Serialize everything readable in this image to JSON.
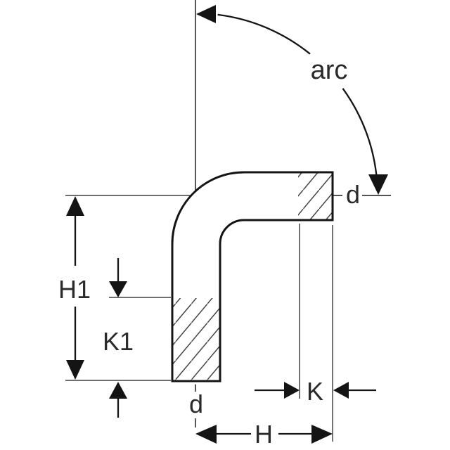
{
  "diagram": {
    "description": "Technical dimension drawing of a 90 degree pipe passage bend with hatched insertion ends",
    "labels": {
      "arc": "arc",
      "d_right": "d",
      "d_bottom": "d",
      "h1": "H1",
      "k1": "K1",
      "k": "K",
      "h": "H"
    },
    "colors": {
      "background": "#ffffff",
      "pipe_outline": "#141414",
      "dimension_lines": "#141414",
      "centerline": "#3a3a3a",
      "extension_lines": "#5a5a5a",
      "label_text": "#2a2a2a"
    }
  }
}
